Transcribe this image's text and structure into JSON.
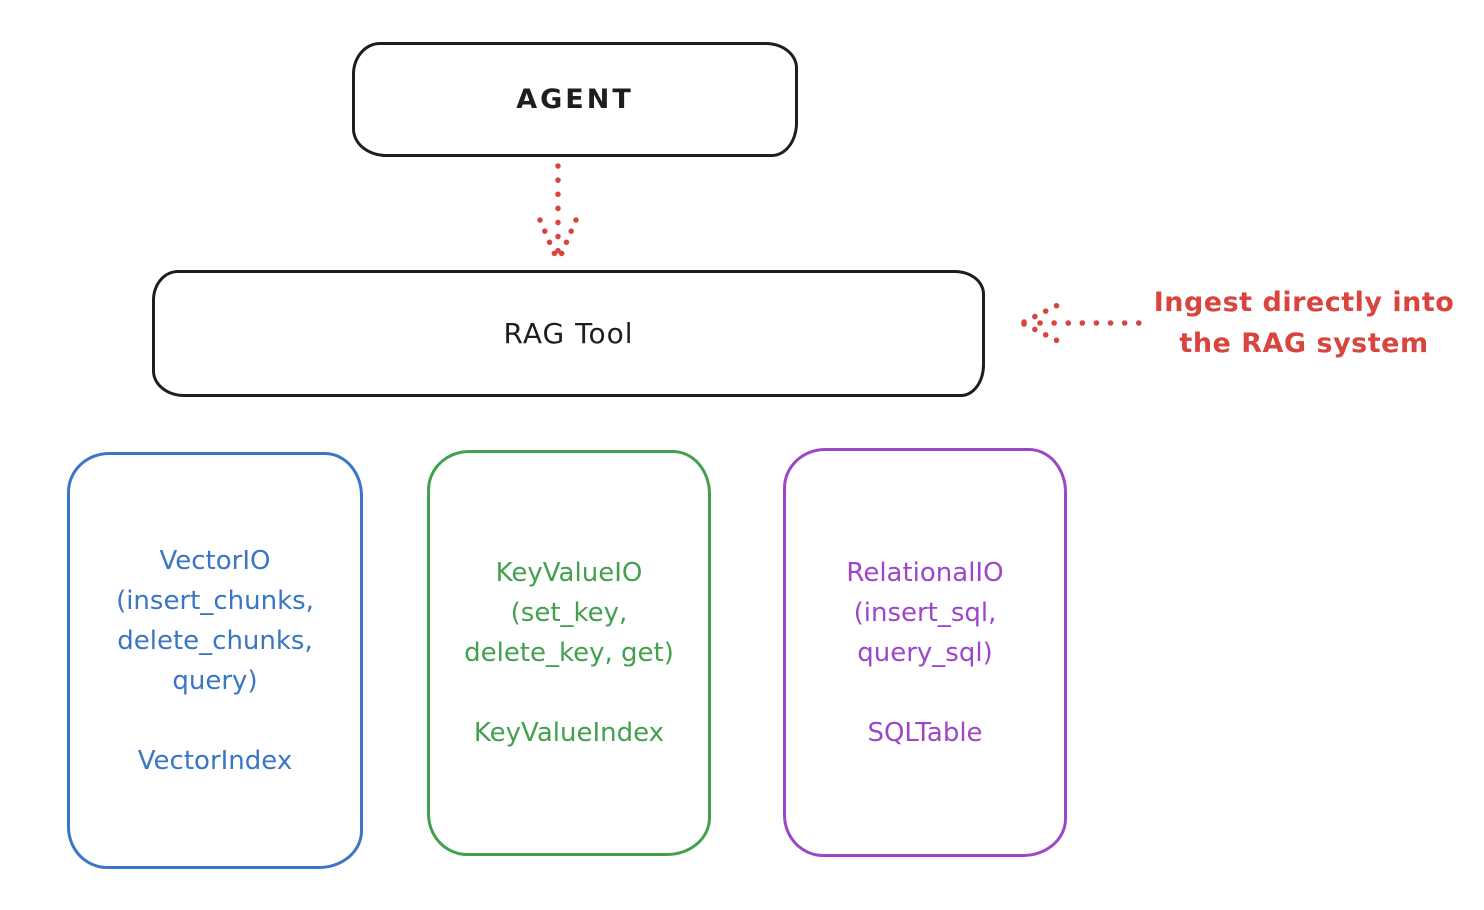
{
  "diagram": {
    "agent_box": {
      "label": "AGENT"
    },
    "rag_box": {
      "label": "RAG Tool"
    },
    "annotation": {
      "line1": "Ingest directly into",
      "line2": "the RAG system"
    },
    "io_boxes": [
      {
        "id": "vector-io",
        "lines": [
          "VectorIO",
          "(insert_chunks,",
          "delete_chunks,",
          "query)"
        ],
        "index_label": "VectorIndex",
        "color": "#3a76c4"
      },
      {
        "id": "keyvalue-io",
        "lines": [
          "KeyValueIO",
          "(set_key,",
          "delete_key, get)"
        ],
        "index_label": "KeyValueIndex",
        "color": "#43a04f"
      },
      {
        "id": "relational-io",
        "lines": [
          "RelationalIO",
          "(insert_sql,",
          "query_sql)"
        ],
        "index_label": "SQLTable",
        "color": "#9e46c9"
      }
    ],
    "icons": {
      "down_arrow": "dotted-arrow-down",
      "left_arrow": "dotted-arrow-left"
    },
    "colors": {
      "ink": "#1e1e1e",
      "accent_red": "#d9453e",
      "background": "#ffffff"
    }
  }
}
